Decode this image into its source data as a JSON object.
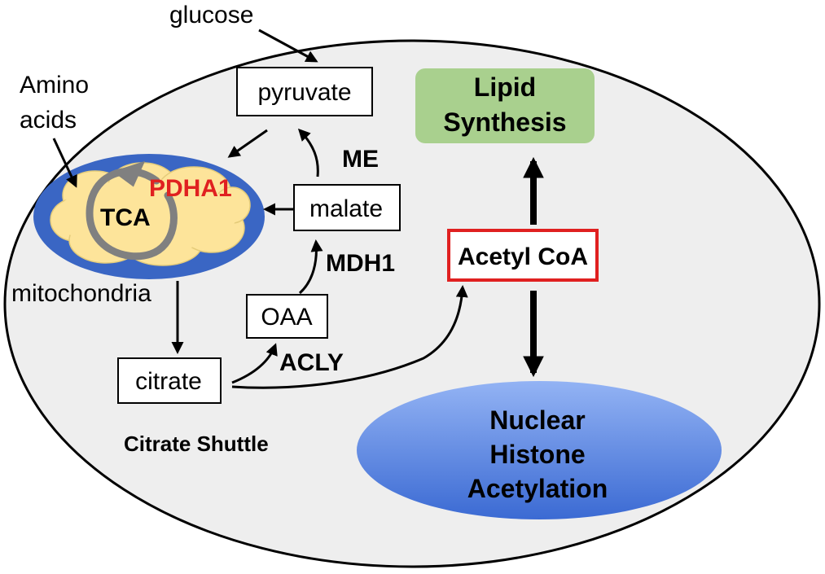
{
  "nodes": {
    "glucose": "glucose",
    "pyruvate": "pyruvate",
    "amino_acids_line1": "Amino",
    "amino_acids_line2": "acids",
    "tca": "TCA",
    "pdha1": "PDHA1",
    "mitochondria": "mitochondria",
    "malate": "malate",
    "oaa": "OAA",
    "citrate": "citrate",
    "acetyl_coa": "Acetyl CoA",
    "lipid_synthesis_line1": "Lipid",
    "lipid_synthesis_line2": "Synthesis",
    "nuclear_line1": "Nuclear",
    "nuclear_line2": "Histone",
    "nuclear_line3": "Acetylation"
  },
  "enzymes": {
    "me": "ME",
    "mdh1": "MDH1",
    "acly": "ACLY"
  },
  "labels": {
    "citrate_shuttle": "Citrate Shuttle"
  },
  "colors": {
    "cell_fill": "#eeeeee",
    "cell_stroke": "#000000",
    "mito_outer": "#3a66c4",
    "mito_inner": "#fde49a",
    "cycle_arrow": "#808080",
    "pdha1_text": "#e02020",
    "lipid_box": "#a9d08e",
    "acetyl_border": "#e02020",
    "nucleus_top": "#8fb0f2",
    "nucleus_bottom": "#3f6ed6"
  }
}
